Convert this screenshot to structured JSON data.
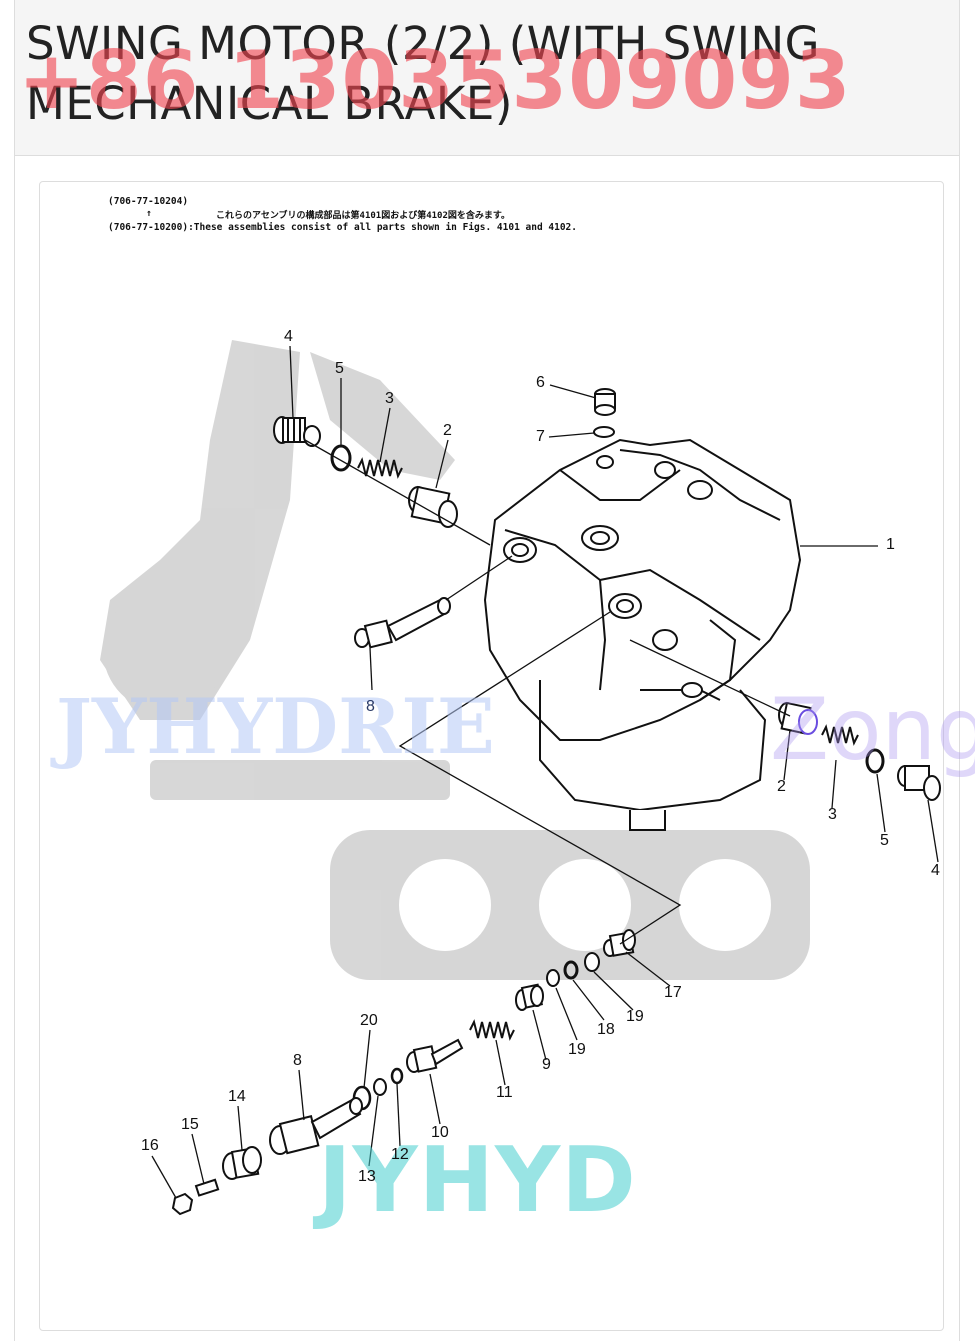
{
  "title": "SWING MOTOR (2/2) (WITH SWING MECHANICAL BRAKE)",
  "watermark_phone": "+86 13035309093",
  "diagram": {
    "note_line1": "(706-77-10204)",
    "note_line2": "↑",
    "note_line3": "(706-77-10200):These assemblies consist of all parts shown in Figs. 4101 and 4102.",
    "note_japanese": "これらのアセンブリの構成部品は第4101図および第4102図を含みます。",
    "watermarks": {
      "left": "JYHYDRIE",
      "right": "Zong",
      "bottom": "JYHYD"
    },
    "callouts": [
      {
        "id": "c4a",
        "label": "4"
      },
      {
        "id": "c5a",
        "label": "5"
      },
      {
        "id": "c3a",
        "label": "3"
      },
      {
        "id": "c2a",
        "label": "2"
      },
      {
        "id": "c6",
        "label": "6"
      },
      {
        "id": "c7",
        "label": "7"
      },
      {
        "id": "c1",
        "label": "1"
      },
      {
        "id": "c8a",
        "label": "8"
      },
      {
        "id": "c2b",
        "label": "2"
      },
      {
        "id": "c3b",
        "label": "3"
      },
      {
        "id": "c5b",
        "label": "5"
      },
      {
        "id": "c4b",
        "label": "4"
      },
      {
        "id": "c17",
        "label": "17"
      },
      {
        "id": "c19a",
        "label": "19"
      },
      {
        "id": "c18",
        "label": "18"
      },
      {
        "id": "c19b",
        "label": "19"
      },
      {
        "id": "c9",
        "label": "9"
      },
      {
        "id": "c11",
        "label": "11"
      },
      {
        "id": "c10",
        "label": "10"
      },
      {
        "id": "c20",
        "label": "20"
      },
      {
        "id": "c12",
        "label": "12"
      },
      {
        "id": "c13",
        "label": "13"
      },
      {
        "id": "c8b",
        "label": "8"
      },
      {
        "id": "c14",
        "label": "14"
      },
      {
        "id": "c15",
        "label": "15"
      },
      {
        "id": "c16",
        "label": "16"
      }
    ]
  }
}
